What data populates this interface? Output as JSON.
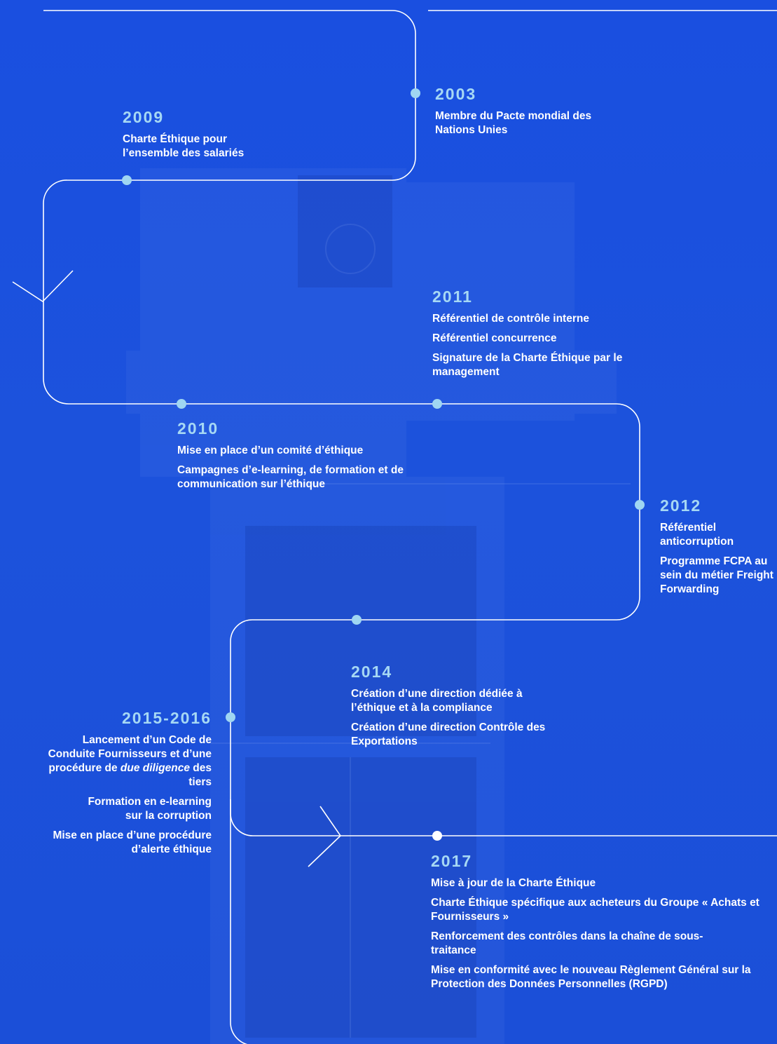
{
  "colors": {
    "background": "#1b50dc",
    "line": "#ffffff",
    "dot": "#9fd6f2",
    "year": "#a6d8f4",
    "text": "#ffffff"
  },
  "events": [
    {
      "id": "e2003",
      "year": "2003",
      "items": [
        "Membre du Pacte mondial des Nations Unies"
      ]
    },
    {
      "id": "e2009",
      "year": "2009",
      "items": [
        "Charte Éthique pour l’ensemble des salariés"
      ]
    },
    {
      "id": "e2011",
      "year": "2011",
      "items": [
        "Référentiel de contrôle interne",
        "Référentiel concurrence",
        "Signature de la Charte Éthique par le management"
      ]
    },
    {
      "id": "e2010",
      "year": "2010",
      "items": [
        "Mise en place d’un comité d’éthique",
        "Campagnes d’e-learning, de formation et de communication sur l’éthique"
      ]
    },
    {
      "id": "e2012",
      "year": "2012",
      "items": [
        "Référentiel anticorruption",
        "Programme FCPA au sein du métier Freight Forwarding"
      ]
    },
    {
      "id": "e2014",
      "year": "2014",
      "items": [
        "Création d’une direction dédiée à l’éthique et à la compliance",
        "Création d’une direction Contrôle des Exportations"
      ]
    },
    {
      "id": "e2015",
      "year": "2015-2016",
      "items": [
        "Lancement d’un Code de Conduite Fournisseurs et d’une procédure de",
        "due diligence",
        "des tiers",
        "Formation en e-learning sur la corruption",
        "Mise en place d’une procédure d’alerte éthique"
      ]
    },
    {
      "id": "e2017",
      "year": "2017",
      "items": [
        "Mise à jour de la Charte Éthique",
        "Charte Éthique spécifique aux acheteurs du Groupe « Achats et Fournisseurs »",
        "Renforcement des contrôles dans la chaîne de sous-traitance",
        "Mise en conformité avec le nouveau Règlement Général sur la Protection des Données Personnelles (RGPD)"
      ]
    }
  ]
}
